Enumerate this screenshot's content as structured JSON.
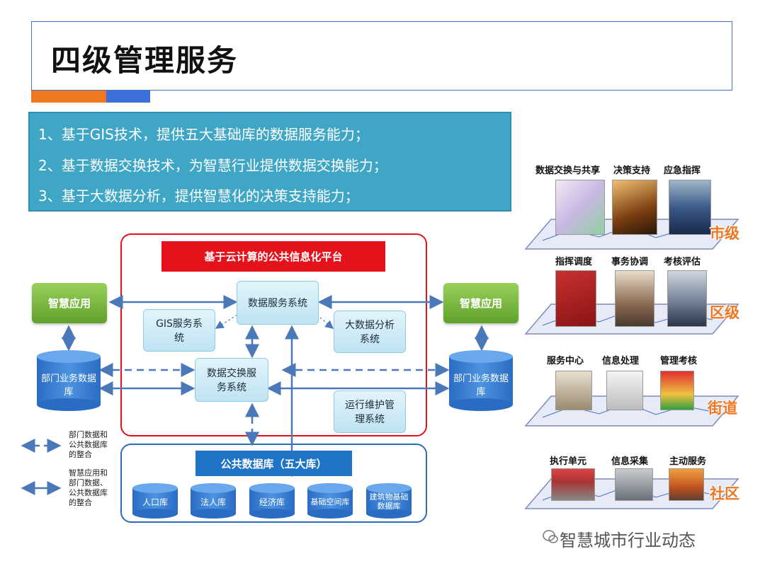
{
  "title": "四级管理服务",
  "info_lines": [
    "1、基于GIS技术，提供五大基础库的数据服务能力；",
    "2、基于数据交换技术，为智慧行业提供数据交换能力；",
    "3、基于大数据分析，提供智慧化的决策支持能力；"
  ],
  "diagram": {
    "platform_title": "基于云计算的公共信息化平台",
    "data_service": "数据服务系统",
    "gis_service": "GIS服务系统",
    "bigdata": "大数据分析系统",
    "exchange": "数据交换服务系统",
    "ops": "运行维护管理系统",
    "smart_app_left": "智慧应用",
    "smart_app_right": "智慧应用",
    "dept_db_left": "部门业务数据库",
    "dept_db_right": "部门业务数据库",
    "public_db_title": "公共数据库（五大库）",
    "dbs": [
      "人口库",
      "法人库",
      "经济库",
      "基础空间库",
      "建筑物基础数据库"
    ],
    "legend": {
      "dashed": "部门数据和公共数据库的整合",
      "solid": "智慧应用和部门数据、公共数据库的整合"
    }
  },
  "levels": [
    {
      "name": "市级",
      "items": [
        "数据交换与共享",
        "决策支持",
        "应急指挥"
      ]
    },
    {
      "name": "区级",
      "items": [
        "指挥调度",
        "事务协调",
        "考核评估"
      ]
    },
    {
      "name": "街道",
      "items": [
        "服务中心",
        "信息处理",
        "管理考核"
      ]
    },
    {
      "name": "社区",
      "items": [
        "执行单元",
        "信息采集",
        "主动服务"
      ]
    }
  ],
  "watermark": "智慧城市行业动态",
  "colors": {
    "orange": "#ee7722",
    "blue": "#3d6fd9",
    "info_bg": "#3fa6c6",
    "red": "#e4121b",
    "green": "#6aab33",
    "db_blue": "#1f74c8"
  }
}
